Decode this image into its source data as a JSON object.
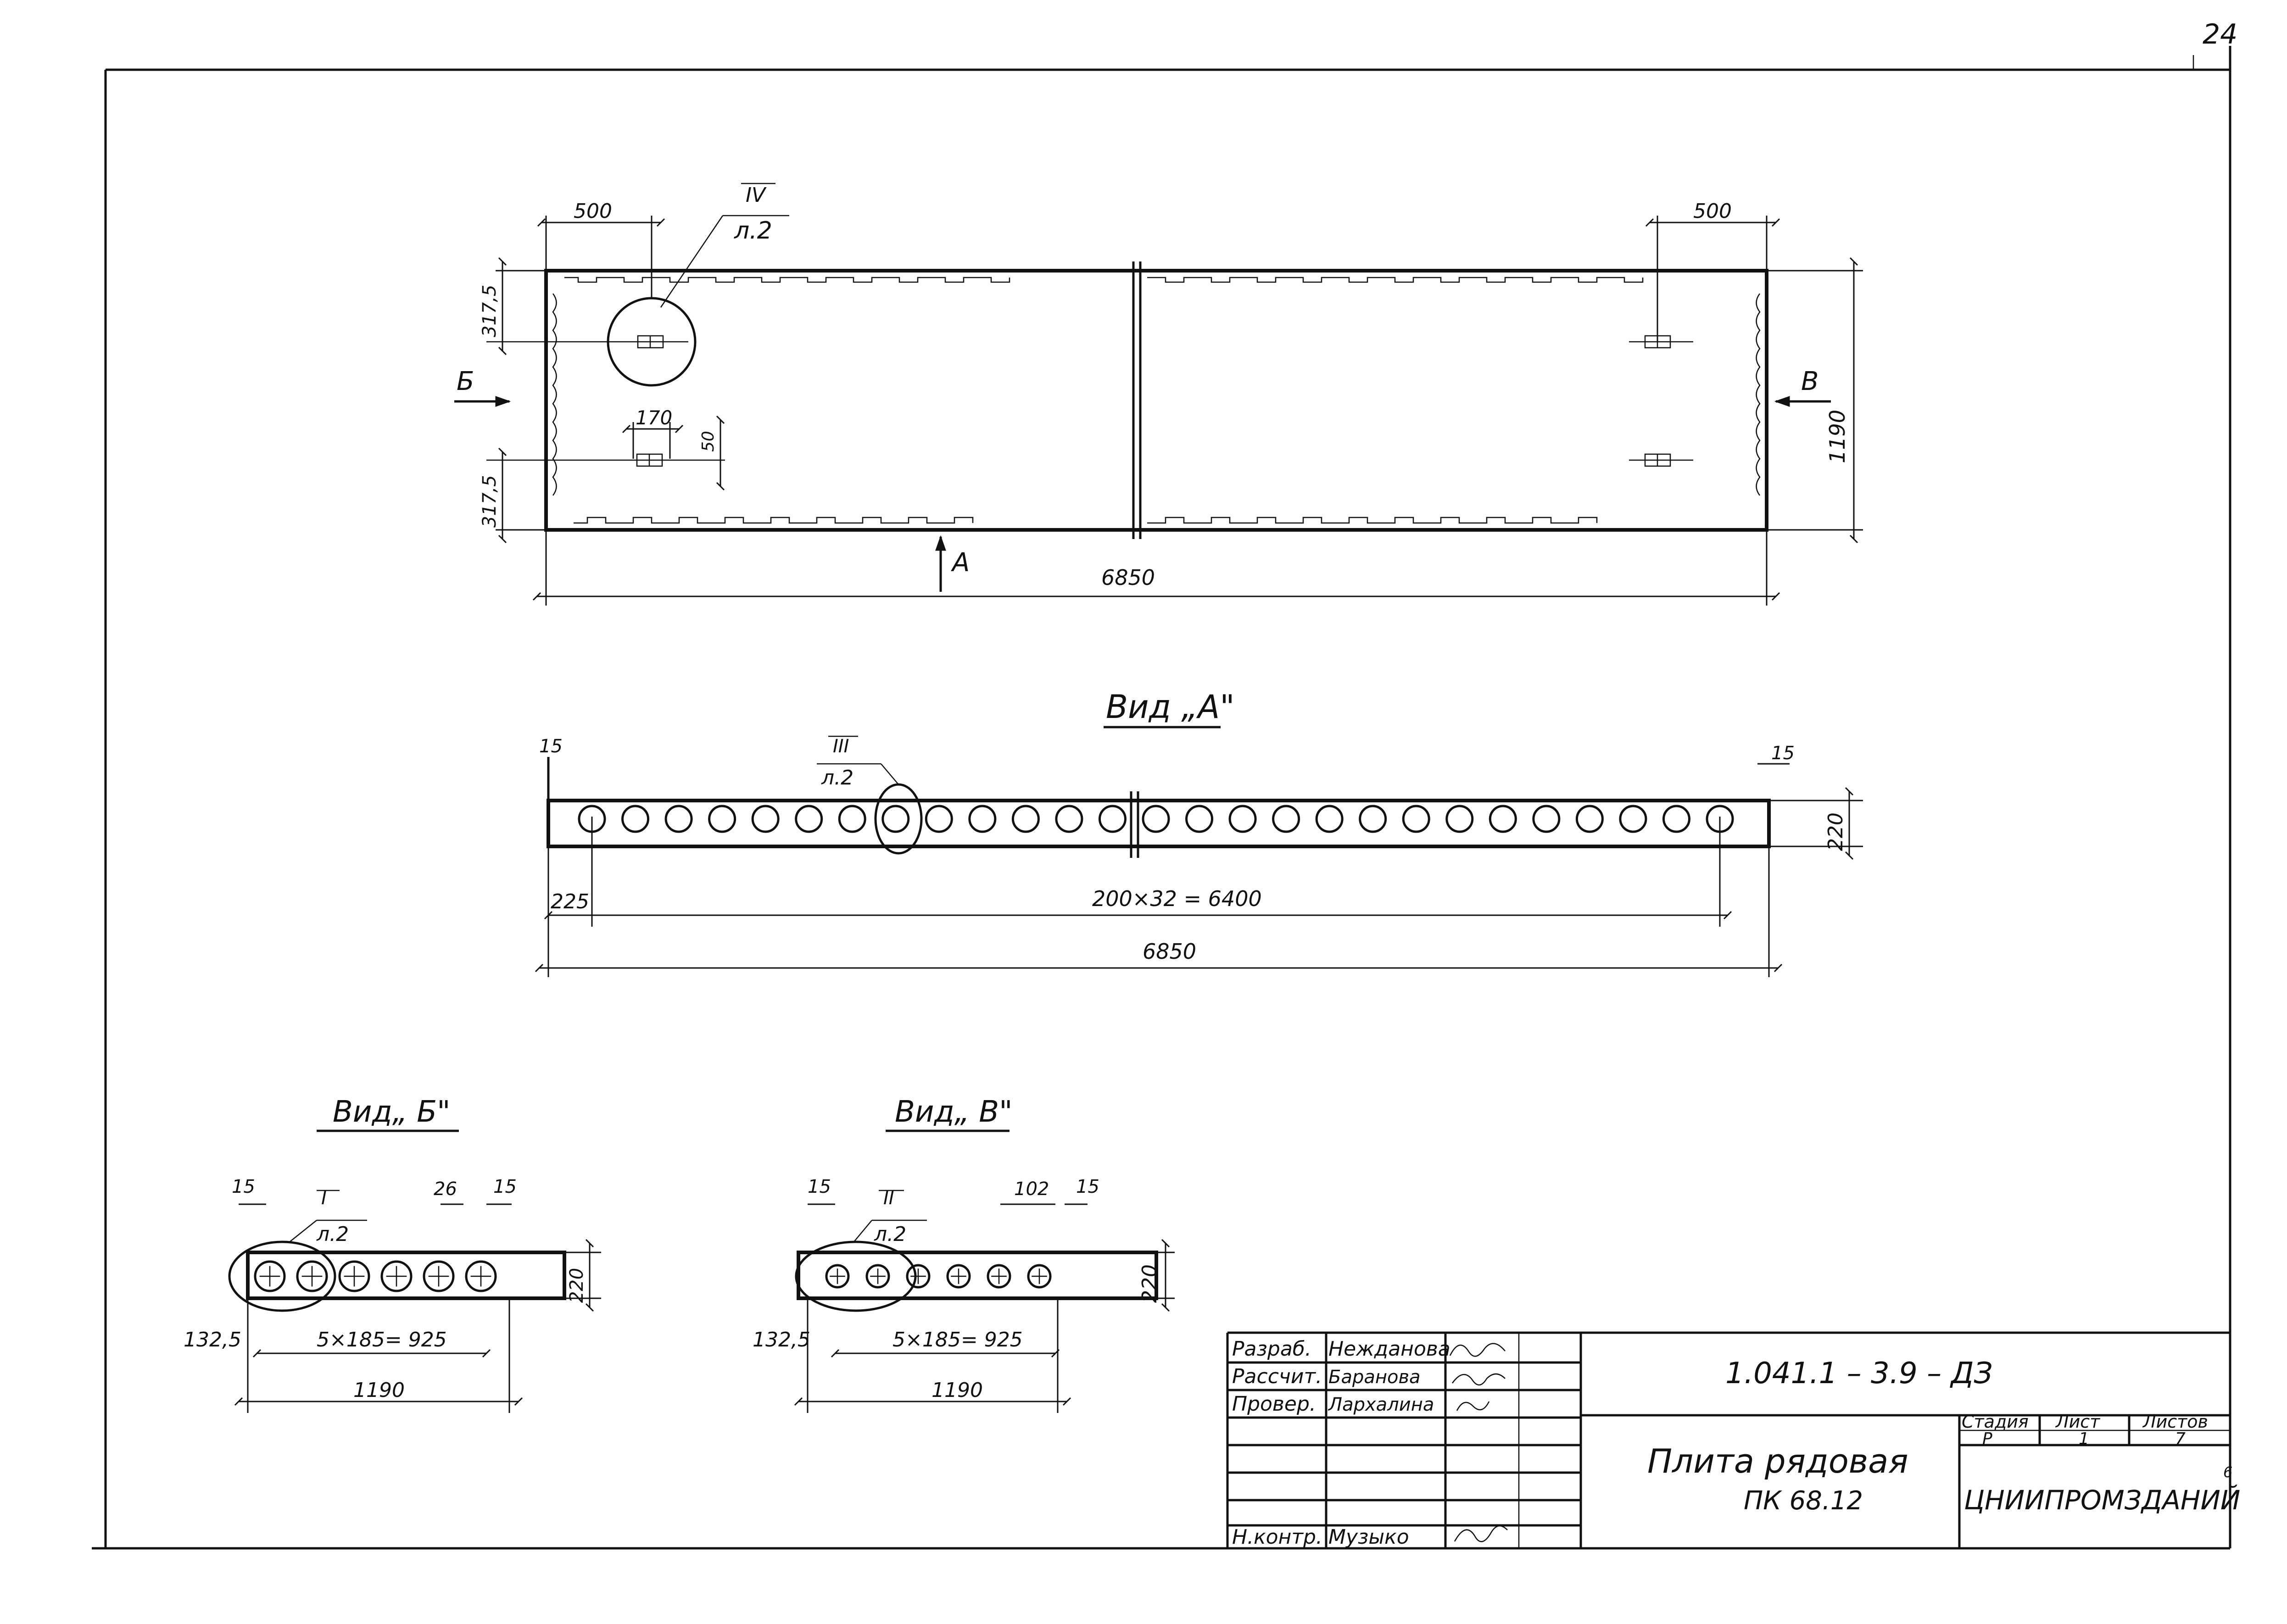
{
  "sheet": {
    "page_number": "24",
    "corner_mark": "6"
  },
  "plan": {
    "dim_500_left": "500",
    "dim_500_right": "500",
    "dim_3175_top": "317,5",
    "dim_3175_bottom": "317,5",
    "dim_170": "170",
    "dim_50": "50",
    "dim_1190": "1190",
    "dim_6850": "6850",
    "arrow_b": "Б",
    "arrow_v": "В",
    "arrow_a": "А",
    "callout_num": "IV",
    "callout_sheet": "л.2"
  },
  "view_a": {
    "title": "Вид „А\"",
    "dim_15_left": "15",
    "dim_15_right": "15",
    "dim_220": "220",
    "dim_225": "225",
    "dim_pitch": "200×32 = 6400",
    "dim_6850": "6850",
    "callout_num": "III",
    "callout_sheet": "л.2"
  },
  "view_b": {
    "title": "Вид„ Б\"",
    "dim_15_left": "15",
    "dim_26": "26",
    "dim_15_right": "15",
    "dim_220": "220",
    "dim_1325": "132,5",
    "dim_pitch": "5×185= 925",
    "dim_1190": "1190",
    "callout_num": "I",
    "callout_sheet": "л.2"
  },
  "view_v": {
    "title": "Вид„ В\"",
    "dim_15_left": "15",
    "dim_102": "102",
    "dim_15_right": "15",
    "dim_220": "220",
    "dim_1325": "132,5",
    "dim_pitch": "5×185= 925",
    "dim_1190": "1190",
    "callout_num": "II",
    "callout_sheet": "л.2"
  },
  "title_block": {
    "roles": [
      "Разраб.",
      "Рассчит.",
      "Провер.",
      "",
      "",
      "",
      "Н.контр."
    ],
    "names": [
      "Нежданова",
      "Баранова",
      "Лархалина",
      "",
      "",
      "",
      "Музыко"
    ],
    "document_code": "1.041.1 – 3.9 – ДЗ",
    "item_name": "Плита рядовая",
    "item_mark": "ПК 68.12",
    "stage_header": "Стадия",
    "sheet_header": "Лист",
    "sheets_header": "Листов",
    "stage_value": "Р",
    "sheet_value": "1",
    "sheets_value": "7",
    "organization": "ЦНИИПРОМЗДАНИЙ"
  }
}
